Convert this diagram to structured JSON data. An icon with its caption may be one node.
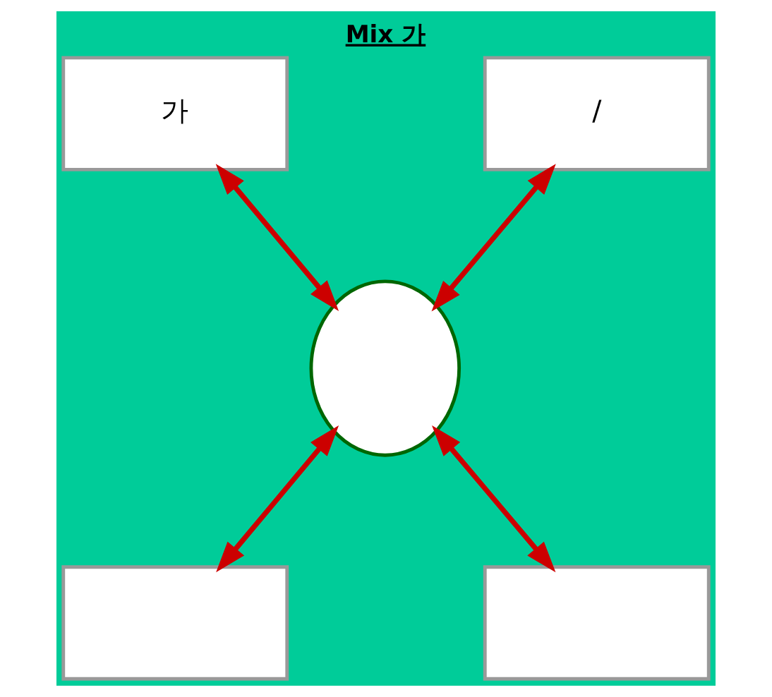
{
  "diagram": {
    "title": "Mix 가",
    "nodes": [
      {
        "text": [
          "가"
        ]
      },
      {
        "text": [
          "/"
        ]
      },
      {
        "text": [],
        "shape": "circle"
      },
      {
        "text": [],
        "shape": "box"
      },
      {
        "text": [],
        "shape": "box"
      }
    ],
    "edges": [
      {
        "from": 0,
        "to": 2,
        "arrow": "both"
      },
      {
        "from": 1,
        "to": 2,
        "arrow": "both"
      },
      {
        "from": 2,
        "to": 3,
        "arrow": "both"
      },
      {
        "from": 2,
        "to": 4,
        "arrow": "both"
      }
    ]
  }
}
